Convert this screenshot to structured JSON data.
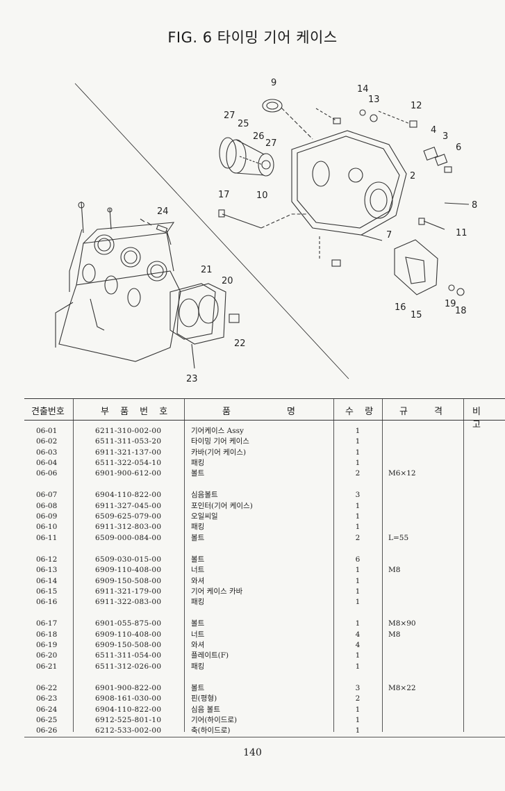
{
  "title": "FIG. 6  타이밍 기어 케이스",
  "diagram_labels": [
    "9",
    "14",
    "13",
    "12",
    "27",
    "25",
    "26",
    "27",
    "4",
    "3",
    "6",
    "2",
    "10",
    "17",
    "24",
    "8",
    "11",
    "7",
    "21",
    "20",
    "16",
    "15",
    "19",
    "18",
    "22",
    "23"
  ],
  "table": {
    "headers": {
      "no": "견출번호",
      "part_number": "부 품 번 호",
      "name_a": "품",
      "name_b": "명",
      "qty": "수 량",
      "spec_a": "규",
      "spec_b": "격",
      "remarks": "비 고"
    },
    "groups": [
      [
        {
          "no": "06-01",
          "pn": "6211-310-002-00",
          "name": "기어케이스 Assy",
          "qty": "1",
          "spec": ""
        },
        {
          "no": "06-02",
          "pn": "6511-311-053-20",
          "name": "타이밍 기어 케이스",
          "qty": "1",
          "spec": ""
        },
        {
          "no": "06-03",
          "pn": "6911-321-137-00",
          "name": "카바(기어 케이스)",
          "qty": "1",
          "spec": ""
        },
        {
          "no": "06-04",
          "pn": "6511-322-054-10",
          "name": "패킹",
          "qty": "1",
          "spec": ""
        },
        {
          "no": "06-06",
          "pn": "6901-900-612-00",
          "name": "볼트",
          "qty": "2",
          "spec": "M6×12"
        }
      ],
      [
        {
          "no": "06-07",
          "pn": "6904-110-822-00",
          "name": "심음볼트",
          "qty": "3",
          "spec": ""
        },
        {
          "no": "06-08",
          "pn": "6911-327-045-00",
          "name": "포인터(기어 케이스)",
          "qty": "1",
          "spec": ""
        },
        {
          "no": "06-09",
          "pn": "6509-625-079-00",
          "name": "오일씨일",
          "qty": "1",
          "spec": ""
        },
        {
          "no": "06-10",
          "pn": "6911-312-803-00",
          "name": "패킹",
          "qty": "1",
          "spec": ""
        },
        {
          "no": "06-11",
          "pn": "6509-000-084-00",
          "name": "볼트",
          "qty": "2",
          "spec": "L=55"
        }
      ],
      [
        {
          "no": "06-12",
          "pn": "6509-030-015-00",
          "name": "볼트",
          "qty": "6",
          "spec": ""
        },
        {
          "no": "06-13",
          "pn": "6909-110-408-00",
          "name": "너트",
          "qty": "1",
          "spec": "M8"
        },
        {
          "no": "06-14",
          "pn": "6909-150-508-00",
          "name": "와셔",
          "qty": "1",
          "spec": ""
        },
        {
          "no": "06-15",
          "pn": "6911-321-179-00",
          "name": "기어 케이스 카바",
          "qty": "1",
          "spec": ""
        },
        {
          "no": "06-16",
          "pn": "6911-322-083-00",
          "name": "패킹",
          "qty": "1",
          "spec": ""
        }
      ],
      [
        {
          "no": "06-17",
          "pn": "6901-055-875-00",
          "name": "볼트",
          "qty": "1",
          "spec": "M8×90"
        },
        {
          "no": "06-18",
          "pn": "6909-110-408-00",
          "name": "너트",
          "qty": "4",
          "spec": "M8"
        },
        {
          "no": "06-19",
          "pn": "6909-150-508-00",
          "name": "와셔",
          "qty": "4",
          "spec": ""
        },
        {
          "no": "06-20",
          "pn": "6511-311-054-00",
          "name": "플레이트(F)",
          "qty": "1",
          "spec": ""
        },
        {
          "no": "06-21",
          "pn": "6511-312-026-00",
          "name": "패킹",
          "qty": "1",
          "spec": ""
        }
      ],
      [
        {
          "no": "06-22",
          "pn": "6901-900-822-00",
          "name": "볼트",
          "qty": "3",
          "spec": "M8×22"
        },
        {
          "no": "06-23",
          "pn": "6908-161-030-00",
          "name": "핀(평형)",
          "qty": "2",
          "spec": ""
        },
        {
          "no": "06-24",
          "pn": "6904-110-822-00",
          "name": "심음 볼트",
          "qty": "1",
          "spec": ""
        },
        {
          "no": "06-25",
          "pn": "6912-525-801-10",
          "name": "기어(하이드로)",
          "qty": "1",
          "spec": ""
        },
        {
          "no": "06-26",
          "pn": "6212-533-002-00",
          "name": "축(하이드로)",
          "qty": "1",
          "spec": ""
        }
      ]
    ]
  },
  "page_number": "140"
}
